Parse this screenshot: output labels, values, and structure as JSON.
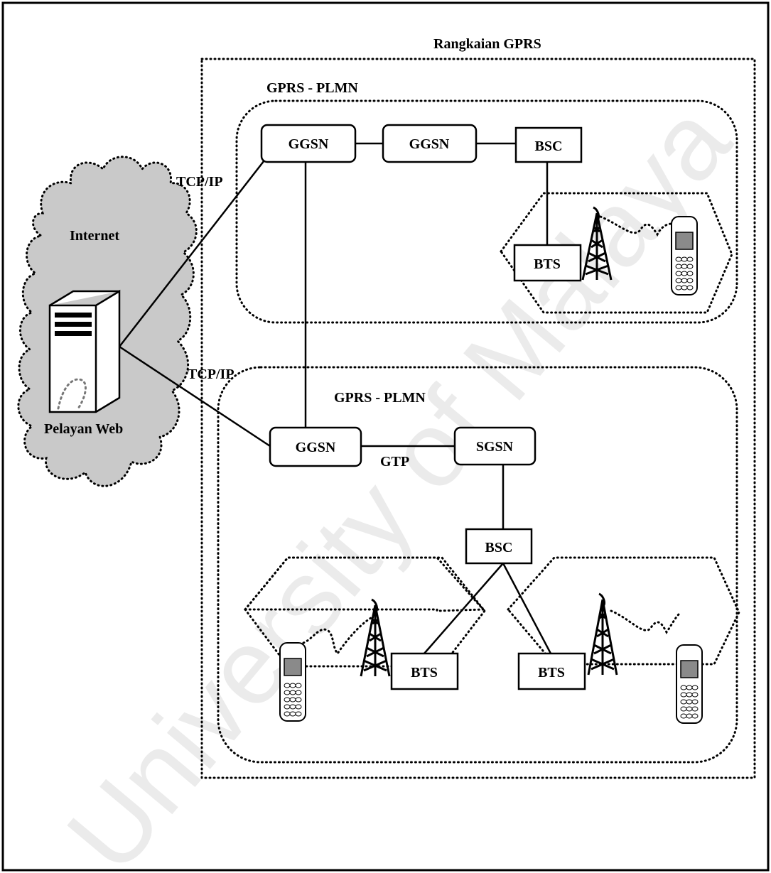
{
  "labels": {
    "gprs_network": "Rangkaian GPRS",
    "plmn_top": "GPRS - PLMN",
    "plmn_bottom": "GPRS - PLMN",
    "internet": "Internet",
    "web_server": "Pelayan Web",
    "tcpip_top": "TCP/IP",
    "tcpip_bottom": "TCP/IP",
    "gtp": "GTP"
  },
  "nodes": {
    "top_ggsn_1": "GGSN",
    "top_ggsn_2": "GGSN",
    "top_bsc": "BSC",
    "top_bts": "BTS",
    "bottom_ggsn": "GGSN",
    "bottom_sgsn": "SGSN",
    "bottom_bsc": "BSC",
    "bottom_bts_left": "BTS",
    "bottom_bts_right": "BTS"
  },
  "watermark": "University of Malaya",
  "colors": {
    "cloud_fill": "#c9c9c9",
    "line": "#000000",
    "watermark": "#e6e6e6"
  }
}
